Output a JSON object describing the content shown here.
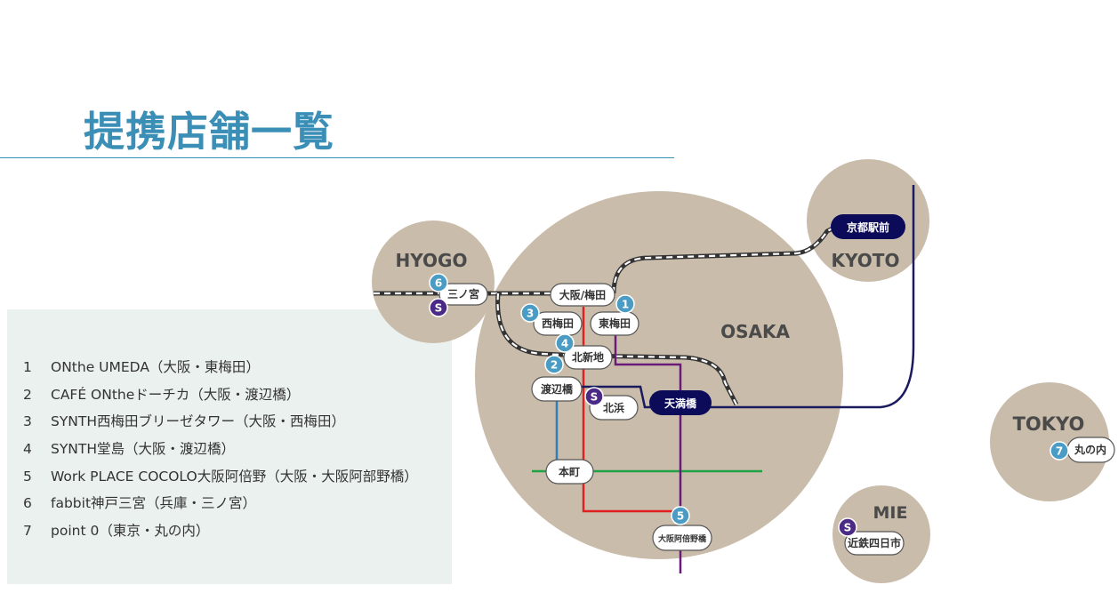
{
  "title": "提携店舗一覧",
  "colors": {
    "accent": "#3b8fb6",
    "region_fill": "#c9bcaa",
    "panel_bg": "#eaf1ee",
    "navy": "#1a1a5e",
    "badge_blue": "#4a9cc4",
    "badge_purple": "#4b2a86",
    "line_red": "#e02020",
    "line_green": "#22a046",
    "line_purple": "#6a1b7a",
    "line_blue": "#2d7fb5"
  },
  "stores": [
    {
      "num": "1",
      "text": "ONthe UMEDA（大阪・東梅田）"
    },
    {
      "num": "2",
      "text": "CAFÉ ONtheドーチカ（大阪・渡辺橋）"
    },
    {
      "num": "3",
      "text": "SYNTH西梅田ブリーゼタワー（大阪・西梅田）"
    },
    {
      "num": "4",
      "text": "SYNTH堂島（大阪・渡辺橋）"
    },
    {
      "num": "5",
      "text": "Work PLACE COCOLO大阪阿倍野（大阪・大阪阿部野橋）"
    },
    {
      "num": "6",
      "text": "fabbit神戸三宮（兵庫・三ノ宮）"
    },
    {
      "num": "7",
      "text": "point 0（東京・丸の内）"
    }
  ],
  "regions": {
    "hyogo": "HYOGO",
    "osaka": "OSAKA",
    "kyoto": "KYOTO",
    "tokyo": "TOKYO",
    "mie": "MIE"
  },
  "stations": {
    "sannomiya": "三ノ宮",
    "osaka_umeda": "大阪/梅田",
    "nishiumeda": "西梅田",
    "higashiumeda": "東梅田",
    "kitashinchi": "北新地",
    "watanabebashi": "渡辺橋",
    "kitahama": "北浜",
    "tenmabashi": "天満橋",
    "honmachi": "本町",
    "abeno": "大阪阿倍野橋",
    "kyoto": "京都駅前",
    "marunouchi": "丸の内",
    "kintetsu_yokkaichi": "近鉄四日市"
  },
  "badges": {
    "b1": "1",
    "b2": "2",
    "b3": "3",
    "b4": "4",
    "b5": "5",
    "b6": "6",
    "b7": "7",
    "s": "S"
  }
}
